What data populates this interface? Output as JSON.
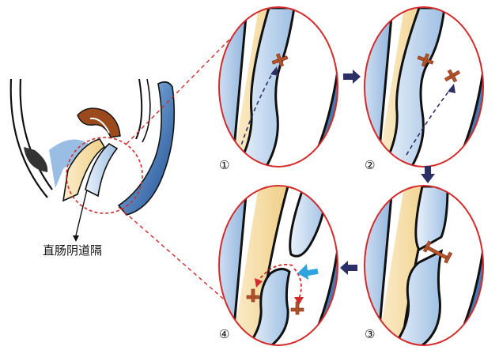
{
  "anatomy_label": "直肠阴道隔",
  "steps": [
    {
      "num": "①"
    },
    {
      "num": "②"
    },
    {
      "num": "③"
    },
    {
      "num": "④"
    }
  ],
  "colors": {
    "zoom_ring": "#d42a2a",
    "guide_dashes": "#d42a2a",
    "flow_arrow": "#2b2f66",
    "anchor": "#b5522a",
    "blue_arrow": "#2ea3dd",
    "organ_light_blue": "#a9c8e8",
    "organ_dark_blue": "#2f5f9e",
    "organ_cream": "#f3d79b",
    "uterus": "#9a4a1c"
  },
  "icons": {
    "flow_arrow": "arrow-icon",
    "fixation_anchor": "anchor-icon",
    "suture_path": "dashed-arrow-icon"
  }
}
